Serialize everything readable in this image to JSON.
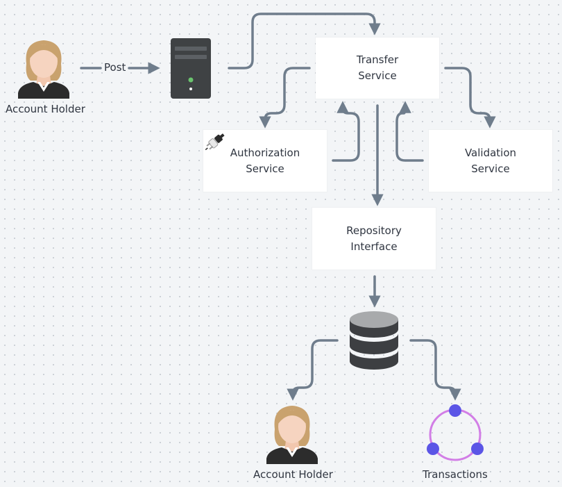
{
  "diagram": {
    "nodes": {
      "account_holder_top": "Account Holder",
      "transfer_service": [
        "Transfer",
        "Service"
      ],
      "authorization_service": [
        "Authorization",
        "Service"
      ],
      "validation_service": [
        "Validation",
        "Service"
      ],
      "repository_interface": [
        "Repository",
        "Interface"
      ],
      "account_holder_bottom": "Account Holder",
      "transactions": "Transactions"
    },
    "edges": {
      "post_label": "Post"
    }
  },
  "colors": {
    "connector": "#6f7d8c",
    "box": "#ffffff",
    "server": "#3f4244",
    "database": "#3d3f42",
    "avatar_skin": "#f6d4c0",
    "avatar_hair": "#c9a26e",
    "avatar_suit": "#2c2c2c",
    "cycle_ring": "#d27ee6",
    "cycle_node": "#5b55e6"
  }
}
